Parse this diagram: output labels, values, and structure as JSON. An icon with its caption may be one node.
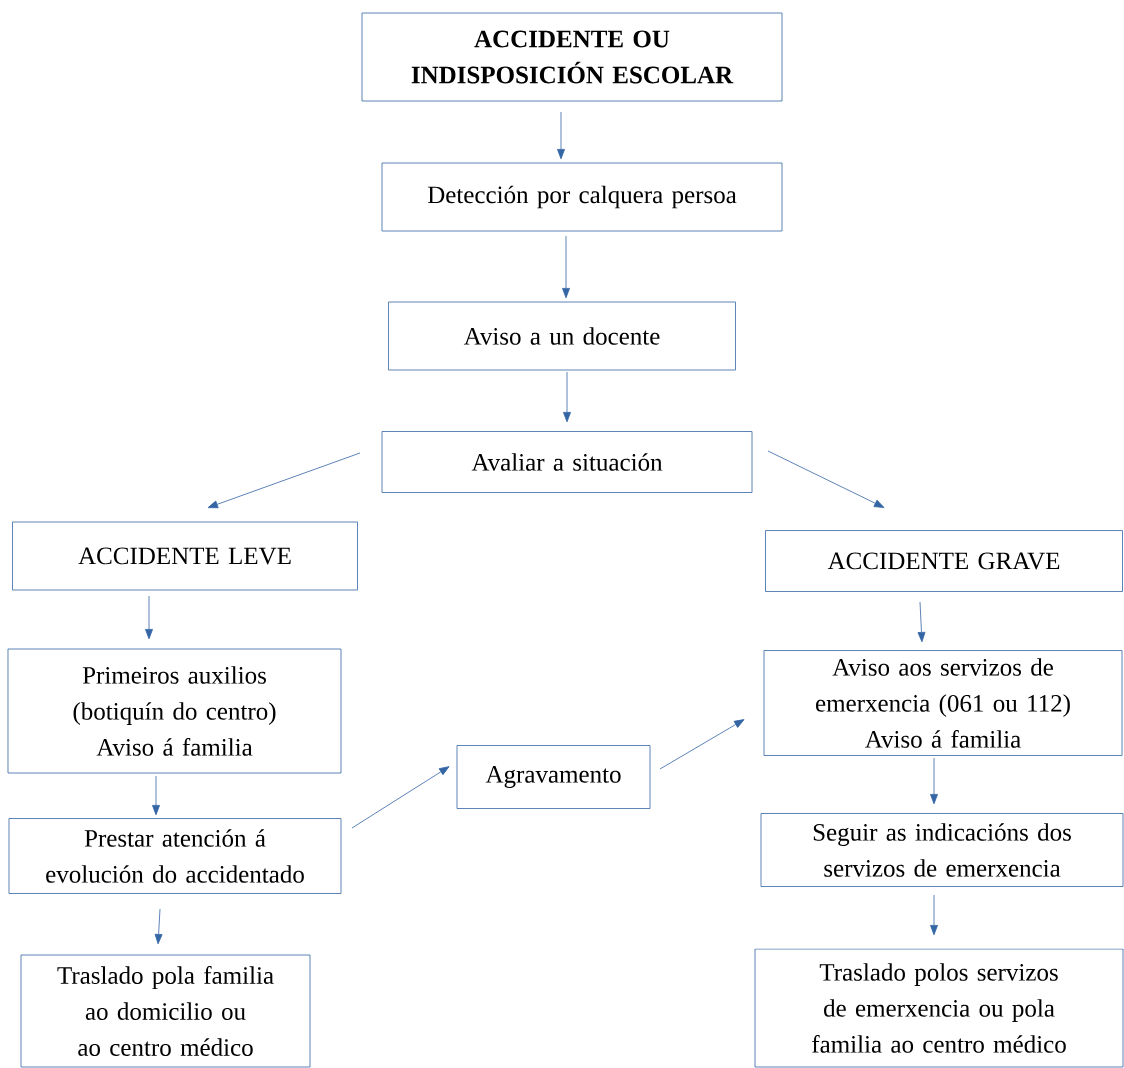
{
  "diagram": {
    "nodes": [
      {
        "text": [
          "ACCIDENTE OU INDISPOSICIÓN ESCOLAR"
        ]
      },
      {
        "text": [
          "Detección por calquera persoa"
        ]
      },
      {
        "text": [
          "Aviso a un docente"
        ]
      },
      {
        "text": [
          "Avaliar a situación"
        ]
      },
      {
        "text": [
          "ACCIDENTE LEVE"
        ]
      },
      {
        "text": [
          "ACCIDENTE GRAVE"
        ]
      },
      {
        "text": [
          "Primeiros auxilios (botiquín do centro)",
          "Aviso á familia"
        ]
      },
      {
        "text": [
          "Agravamento"
        ]
      },
      {
        "text": [
          "Aviso aos servizos de emerxencia (061 ou 112)",
          "Aviso á familia"
        ]
      },
      {
        "text": [
          "Prestar atención á evolución do accidentado"
        ]
      },
      {
        "text": [
          "Seguir as indicacións dos servizos de emerxencia"
        ]
      },
      {
        "text": [
          "Traslado pola familia ao domicilio ou ao centro médico"
        ]
      },
      {
        "text": [
          "Traslado polos servizos de emerxencia ou pola familia ao centro médico"
        ]
      }
    ],
    "edges": [
      {
        "from": 0,
        "to": 1,
        "arrow": "to"
      },
      {
        "from": 1,
        "to": 2,
        "arrow": "to"
      },
      {
        "from": 2,
        "to": 3,
        "arrow": "to"
      },
      {
        "from": 3,
        "to": 4,
        "arrow": "to"
      },
      {
        "from": 3,
        "to": 5,
        "arrow": "to"
      },
      {
        "from": 4,
        "to": 6,
        "arrow": "to"
      },
      {
        "from": 6,
        "to": 9,
        "arrow": "to"
      },
      {
        "from": 9,
        "to": 11,
        "arrow": "to"
      },
      {
        "from": 9,
        "to": 7,
        "arrow": "to"
      },
      {
        "from": 7,
        "to": 8,
        "arrow": "to"
      },
      {
        "from": 5,
        "to": 8,
        "arrow": "to"
      },
      {
        "from": 8,
        "to": 10,
        "arrow": "to"
      },
      {
        "from": 10,
        "to": 12,
        "arrow": "to"
      }
    ]
  }
}
